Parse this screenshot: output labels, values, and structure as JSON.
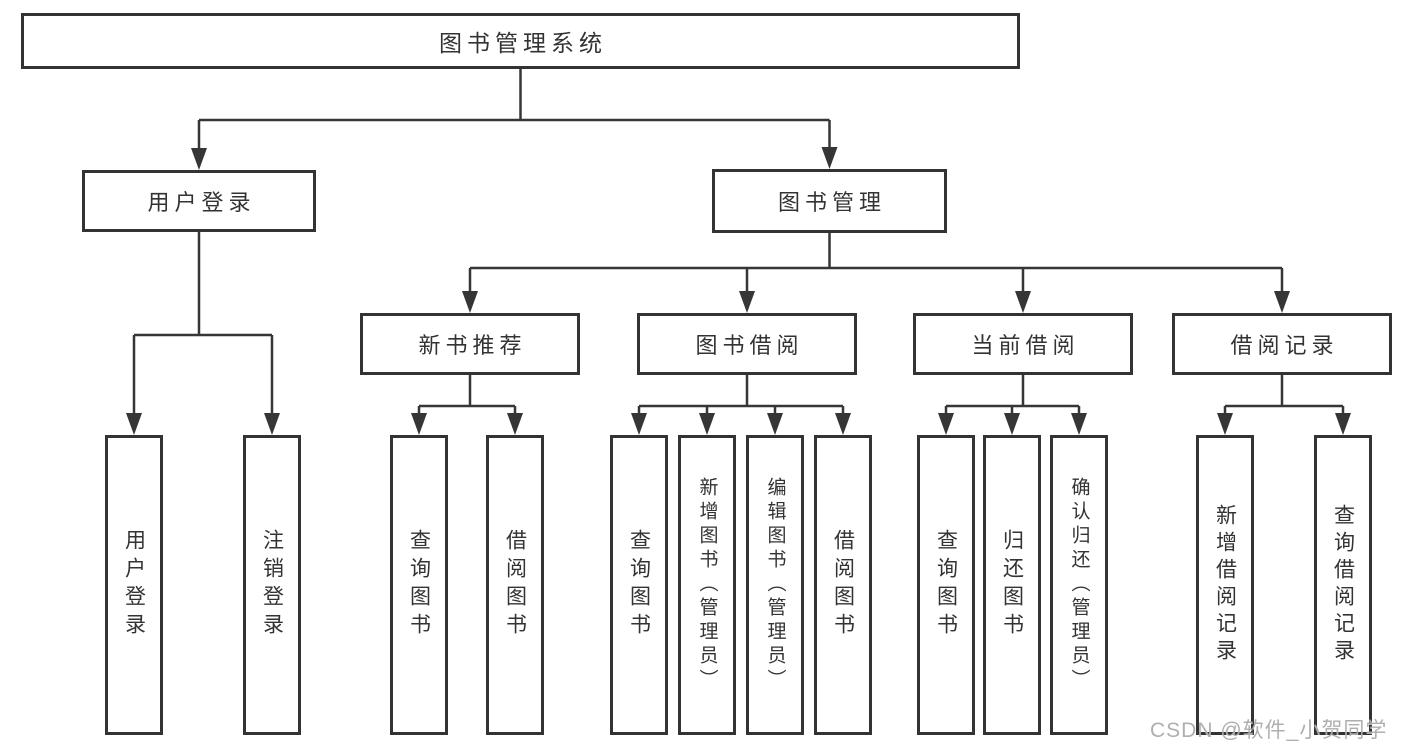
{
  "diagram": {
    "root_label": "图书管理系统",
    "level2": [
      {
        "label": "用户登录"
      },
      {
        "label": "图书管理"
      }
    ],
    "level3": [
      {
        "label": "新书推荐"
      },
      {
        "label": "图书借阅"
      },
      {
        "label": "当前借阅"
      },
      {
        "label": "借阅记录"
      }
    ],
    "leaves": [
      {
        "parent": "用户登录",
        "label": "用户登录"
      },
      {
        "parent": "用户登录",
        "label": "注销登录"
      },
      {
        "parent": "新书推荐",
        "label": "查询图书"
      },
      {
        "parent": "新书推荐",
        "label": "借阅图书"
      },
      {
        "parent": "图书借阅",
        "label": "查询图书"
      },
      {
        "parent": "图书借阅",
        "label": "新增图书（管理员）"
      },
      {
        "parent": "图书借阅",
        "label": "编辑图书（管理员）"
      },
      {
        "parent": "图书借阅",
        "label": "借阅图书"
      },
      {
        "parent": "当前借阅",
        "label": "查询图书"
      },
      {
        "parent": "当前借阅",
        "label": "归还图书"
      },
      {
        "parent": "当前借阅",
        "label": "确认归还（管理员）"
      },
      {
        "parent": "借阅记录",
        "label": "新增借阅记录"
      },
      {
        "parent": "借阅记录",
        "label": "查询借阅记录"
      }
    ],
    "watermark": "CSDN @软件_小贺同学",
    "colors": {
      "line": "#363636",
      "border": "#333333",
      "text": "#333333",
      "watermark": "#a8a8a8",
      "background": "#ffffff"
    }
  }
}
